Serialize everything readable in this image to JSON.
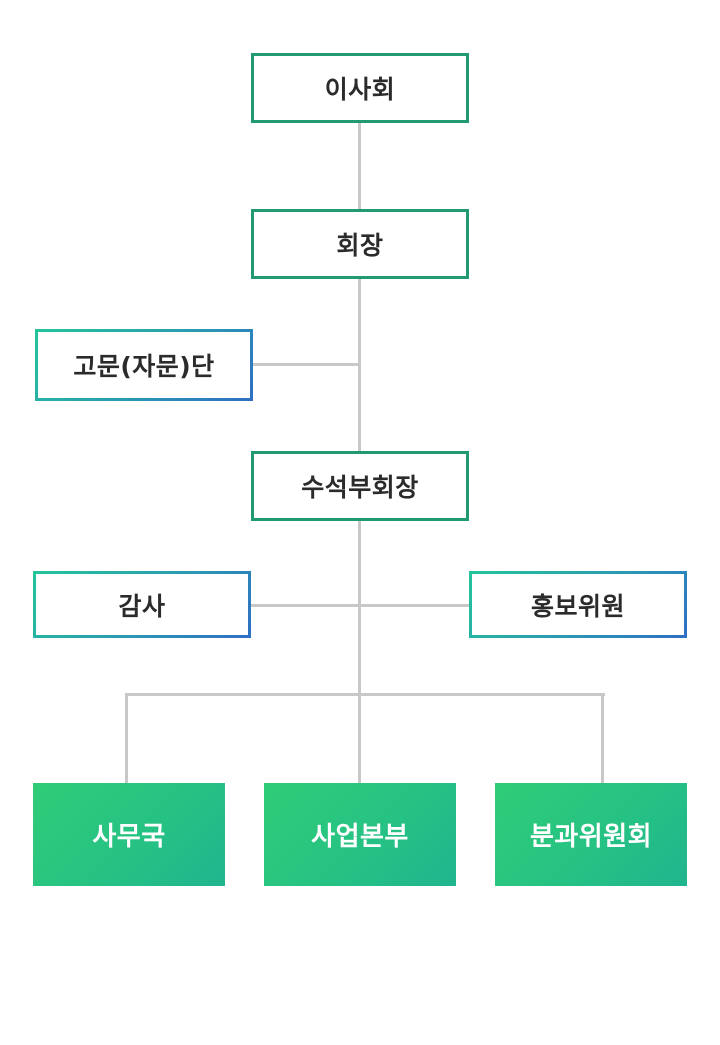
{
  "nodes": {
    "board": "이사회",
    "chairman": "회장",
    "advisory": "고문(자문)단",
    "senior_vice": "수석부회장",
    "audit": "감사",
    "pr": "홍보위원",
    "secretariat": "사무국",
    "business": "사업본부",
    "subcommittee": "분과위원회"
  },
  "colors": {
    "connector": "#c8c8c8",
    "green_border": "#219a72",
    "gradient_border_start": "#23c59a",
    "gradient_border_end": "#2f6fc4",
    "filled_start": "#2fcc78",
    "filled_end": "#1fb58e"
  }
}
